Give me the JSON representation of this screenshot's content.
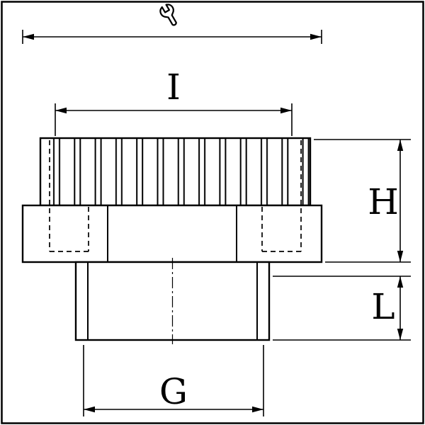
{
  "page": {
    "background_color": "#ffffff",
    "line_color": "#000000"
  },
  "drawing": {
    "kind": "fitting-technical-drawing",
    "icons": {
      "wrench": "open-end-wrench-icon"
    },
    "dimensions": {
      "i": "I",
      "h": "H",
      "l": "L",
      "g": "G"
    }
  }
}
